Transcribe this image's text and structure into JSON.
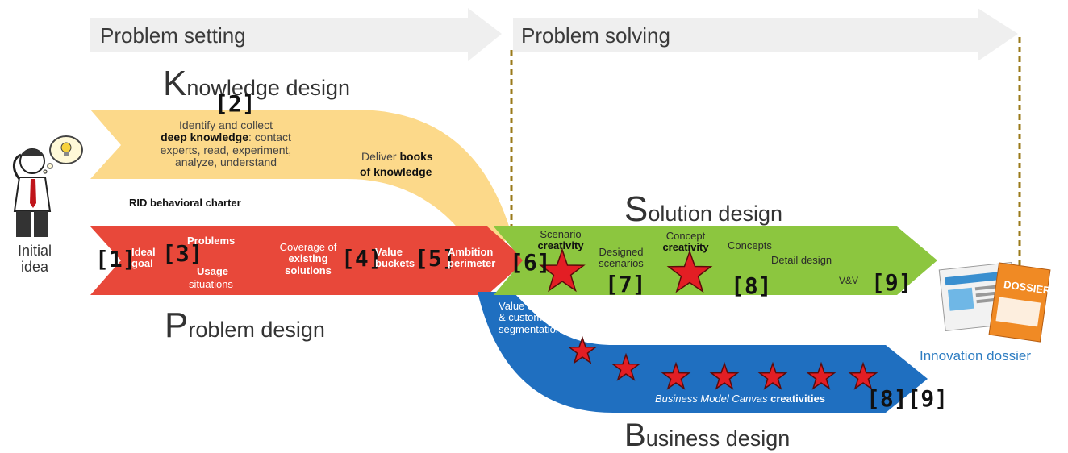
{
  "phases": {
    "setting": "Problem setting",
    "solving": "Problem solving"
  },
  "knowledge": {
    "title_cap": "K",
    "title_rest": "nowledge design",
    "num": "[2]",
    "line1": "Identify and collect",
    "line2_bold": "deep knowledge",
    "line2_rest": ": contact",
    "line3": "experts, read, experiment,",
    "line4": "analyze, understand",
    "deliver": "Deliver",
    "books": "books",
    "of_knowledge": "of knowledge"
  },
  "charter": "RID behavioral charter",
  "initial_idea": {
    "line1": "Initial",
    "line2": "idea"
  },
  "problem": {
    "title_cap": "P",
    "title_rest": "roblem design",
    "n1": "[1]",
    "n3": "[3]",
    "n4": "[4]",
    "n5": "[5]",
    "n6": "[6]",
    "ideal": "Ideal",
    "goal": "goal",
    "problems": "Problems",
    "usage": "Usage",
    "situations": "situations",
    "coverage": "Coverage of",
    "existing": "existing",
    "solutions": "solutions",
    "value": "Value",
    "buckets": "buckets",
    "ambition": "Ambition",
    "perimeter": "perimeter"
  },
  "solution": {
    "title_cap": "S",
    "title_rest": "olution design",
    "scenario": "Scenario",
    "scenario_creativity": "creativity",
    "designed": "Designed",
    "scenarios": "scenarios",
    "n7": "[7]",
    "concept": "Concept",
    "concept_creativity": "creativity",
    "concepts": "Concepts",
    "detail": "Detail design",
    "n8": "[8]",
    "vv": "V&V",
    "n9": "[9]"
  },
  "business": {
    "title_cap": "B",
    "title_rest": "usiness design",
    "value_offer": "Value offer",
    "customer": "& customer",
    "segmentation": "segmentation",
    "bmc": "Business Model Canvas",
    "creativities": "creativities",
    "n89": "[8][9]"
  },
  "dossier": {
    "label": "Innovation dossier",
    "cover": "DOSSIER"
  },
  "colors": {
    "knowledge": "#fcd98a",
    "problem": "#e8483a",
    "solution": "#8cc63f",
    "business": "#1f6fc0",
    "phase_arrow": "#efefef",
    "dashed": "#9a7a1a",
    "star": "#e31e24",
    "dossier_text": "#2e7dc2"
  },
  "icons": [
    "thinking-person-icon",
    "star-icon",
    "dossier-icon"
  ]
}
